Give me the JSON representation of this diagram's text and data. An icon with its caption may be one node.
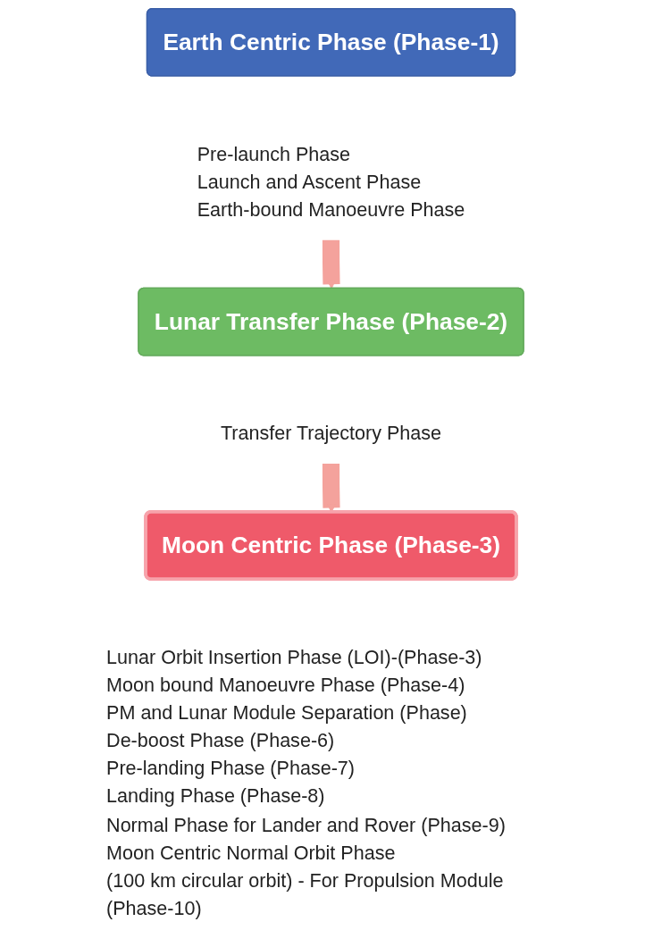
{
  "diagram": {
    "nodes": [
      {
        "text": [
          "Earth Centric Phase (Phase-1)"
        ]
      },
      {
        "text": [
          "Pre-launch Phase",
          "Launch and Ascent Phase",
          "Earth-bound Manoeuvre Phase"
        ]
      },
      {
        "text": [
          "Lunar Transfer Phase (Phase-2)"
        ]
      },
      {
        "text": [
          "Transfer Trajectory Phase"
        ]
      },
      {
        "text": [
          "Moon Centric Phase (Phase-3)"
        ]
      },
      {
        "text": [
          "Lunar Orbit Insertion Phase (LOI)-(Phase-3)",
          "Moon bound Manoeuvre Phase (Phase-4)",
          "PM and Lunar Module Separation (Phase)",
          "De-boost Phase (Phase-6)",
          "Pre-landing Phase (Phase-7)",
          "Landing Phase (Phase-8)",
          "Normal Phase for Lander and Rover (Phase-9)",
          "Moon Centric Normal Orbit Phase",
          "(100 km circular orbit) - For Propulsion Module (Phase-10)"
        ]
      }
    ],
    "edges": [
      {
        "from": 1,
        "to": 2,
        "arrow": "to"
      },
      {
        "from": 3,
        "to": 4,
        "arrow": "to"
      }
    ]
  }
}
